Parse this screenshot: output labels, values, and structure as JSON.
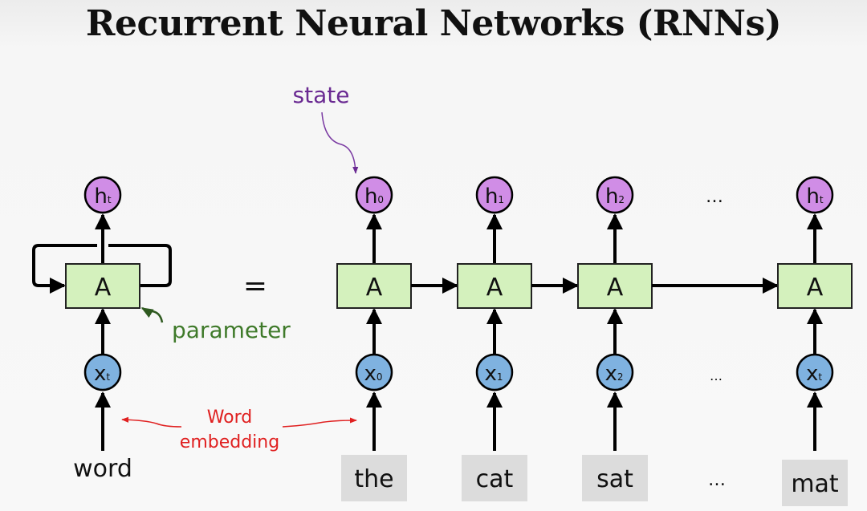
{
  "title": "Recurrent Neural Networks (RNNs)",
  "colors": {
    "hidden_fill": "#d08de6",
    "input_fill": "#7fb2e0",
    "cell_fill": "#d4f1bd",
    "word_box_fill": "#dcdcdc",
    "state_label": "#6a2a92",
    "parameter_label": "#3f7a2a",
    "embedding_label": "#e02020"
  },
  "rolled": {
    "hidden": {
      "main": "h",
      "sub": "t"
    },
    "cell": "A",
    "input": {
      "main": "x",
      "sub": "t"
    },
    "word": "word"
  },
  "equals": "=",
  "unrolled": {
    "steps": [
      {
        "hidden": {
          "main": "h",
          "sub": "0"
        },
        "cell": "A",
        "input": {
          "main": "x",
          "sub": "0"
        },
        "word": "the"
      },
      {
        "hidden": {
          "main": "h",
          "sub": "1"
        },
        "cell": "A",
        "input": {
          "main": "x",
          "sub": "1"
        },
        "word": "cat"
      },
      {
        "hidden": {
          "main": "h",
          "sub": "2"
        },
        "cell": "A",
        "input": {
          "main": "x",
          "sub": "2"
        },
        "word": "sat"
      },
      {
        "hidden": {
          "main": "h",
          "sub": "t"
        },
        "cell": "A",
        "input": {
          "main": "x",
          "sub": "t"
        },
        "word": "mat"
      }
    ],
    "ellipsis": "…"
  },
  "annotations": {
    "state": "state",
    "parameter": "parameter",
    "embedding_line1": "Word",
    "embedding_line2": "embedding"
  }
}
